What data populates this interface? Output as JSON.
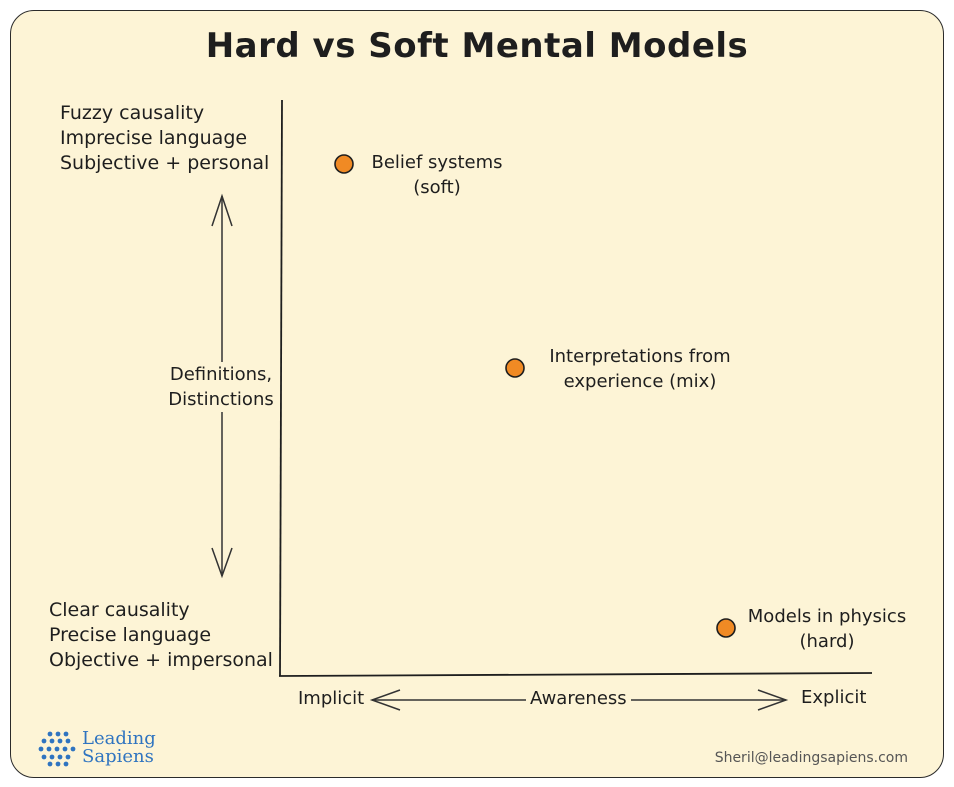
{
  "title": "Hard vs Soft Mental Models",
  "y_axis": {
    "top_lines": [
      "Fuzzy causality",
      "Imprecise language",
      "Subjective + personal"
    ],
    "bottom_lines": [
      "Clear causality",
      "Precise language",
      "Objective + impersonal"
    ],
    "label_lines": [
      "Definitions,",
      "Distinctions"
    ]
  },
  "x_axis": {
    "left": "Implicit",
    "center": "Awareness",
    "right": "Explicit"
  },
  "points": [
    {
      "label_lines": [
        "Belief systems",
        "(soft)"
      ]
    },
    {
      "label_lines": [
        "Interpretations from",
        "experience (mix)"
      ]
    },
    {
      "label_lines": [
        "Models in physics",
        "(hard)"
      ]
    }
  ],
  "logo": {
    "line1": "Leading",
    "line2": "Sapiens"
  },
  "email": "Sheril@leadingsapiens.com",
  "colors": {
    "background": "#fdf4d6",
    "point_fill": "#f08a24",
    "ink": "#1e1e1e",
    "logo": "#2f74c0"
  }
}
